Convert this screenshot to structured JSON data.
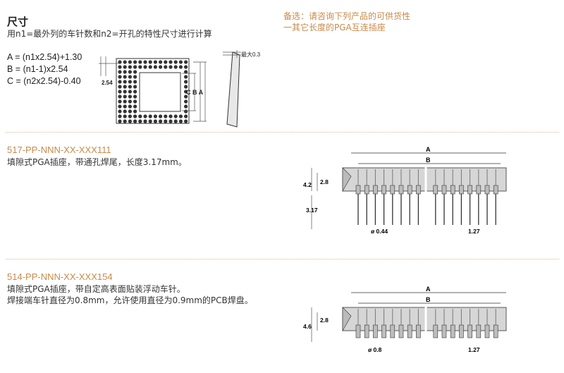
{
  "dimensions": {
    "title": "尺寸",
    "subtitle": "用n1=最外列的车针数和n2=开孔的特性尺寸进行计算",
    "formulas": [
      "A = (n1x2.54)+1.30",
      "B = (n1-1)x2.54",
      "C = (n2x2.54)-0.40"
    ],
    "label_254": "2.54",
    "label_cba": "C B A",
    "label_max": "最大0.3"
  },
  "note": {
    "line1_prefix": "备选：",
    "line1": "请咨询下列产品的可供货性",
    "line2": "一其它长度的PGA互连插座"
  },
  "products": [
    {
      "part_number": "517-PP-NNN-XX-XXX111",
      "desc": [
        "填隙式PGA插座，带通孔焊尾，长度3.17mm。"
      ],
      "dims": {
        "a": "A",
        "b": "B",
        "h1": "4.2",
        "h2": "2.8",
        "tail": "3.17",
        "pin": "ø 0.44",
        "pitch": "1.27"
      }
    },
    {
      "part_number": "514-PP-NNN-XX-XXX154",
      "desc": [
        "填隙式PGA插座，带自定高表面贴装浮动车针。",
        "焊接端车针直径为0.8mm，允许使用直径为0.9mm的PCB焊盘。"
      ],
      "dims": {
        "a": "A",
        "b": "B",
        "h1": "4.6",
        "h2": "2.8",
        "pin": "ø 0.8",
        "pitch": "1.27"
      }
    }
  ]
}
